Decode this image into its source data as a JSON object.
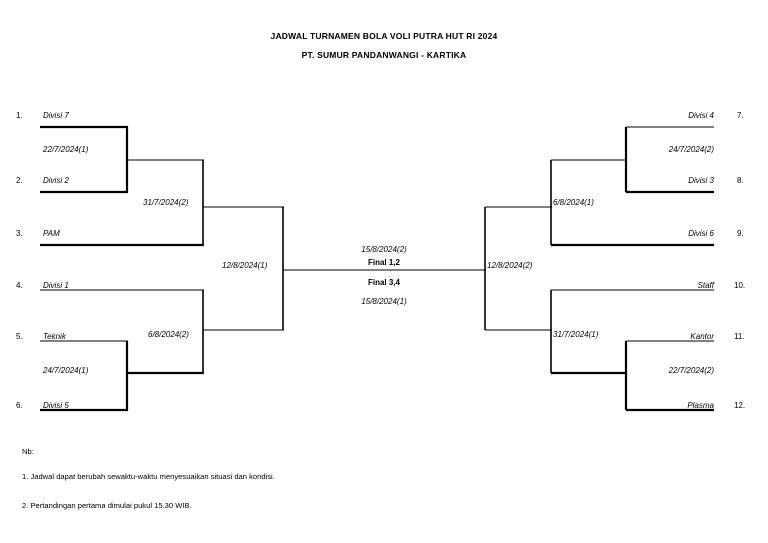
{
  "document": {
    "title_line_1": "JADWAL TURNAMEN BOLA VOLI PUTRA HUT RI 2024",
    "title_line_2": "PT. SUMUR PANDANWANGI - KARTIKA"
  },
  "bracket": {
    "left": {
      "seeds": [
        "1.",
        "2.",
        "3.",
        "4.",
        "5.",
        "6."
      ],
      "teams": [
        {
          "seed": "1.",
          "name": "Divisi 7"
        },
        {
          "seed": "2.",
          "name": "Divisi 2"
        },
        {
          "seed": "3.",
          "name": "PAM"
        },
        {
          "seed": "4.",
          "name": "Divisi 1"
        },
        {
          "seed": "5.",
          "name": "Teknik"
        },
        {
          "seed": "6.",
          "name": "Divisi 5"
        }
      ],
      "round1": [
        {
          "match_label": "22/7/2024(1)"
        },
        {
          "match_label": "24/7/2024(1)"
        }
      ],
      "round2": [
        {
          "match_label": "31/7/2024(2)"
        },
        {
          "match_label": "6/8/2024(2)"
        }
      ],
      "semifinal": {
        "match_label": "12/8/2024(1)"
      }
    },
    "right": {
      "seeds": [
        "7.",
        "8.",
        "9.",
        "10.",
        "11.",
        "12."
      ],
      "teams": [
        {
          "seed": "7.",
          "name": "Divisi 4"
        },
        {
          "seed": "8.",
          "name": "Divisi 3"
        },
        {
          "seed": "9.",
          "name": "Divisi 6"
        },
        {
          "seed": "10.",
          "name": "Staff"
        },
        {
          "seed": "11.",
          "name": "Kantor"
        },
        {
          "seed": "12.",
          "name": "Plasma"
        }
      ],
      "round1": [
        {
          "match_label": "24/7/2024(2)"
        },
        {
          "match_label": "22/7/2024(2)"
        }
      ],
      "round2": [
        {
          "match_label": "6/8/2024(1)"
        },
        {
          "match_label": "31/7/2024(1)"
        }
      ],
      "semifinal": {
        "match_label": "12/8/2024(2)"
      }
    },
    "center": {
      "final_date_top": "15/8/2024(2)",
      "final_top": "Final 1,2",
      "final_bottom": "Final 3,4",
      "final_date_bottom": "15/8/2024(1)"
    }
  },
  "notes": {
    "heading": "Nb:",
    "items": [
      "1. Jadwal dapat berubah sewaktu-waktu menyesuaikan situasi dan kondisi.",
      "2. Pertandingan pertama dimulai pukul 15.30 WIB."
    ]
  },
  "colors": {
    "line": "#000000",
    "text": "#000000",
    "background": "#ffffff"
  }
}
